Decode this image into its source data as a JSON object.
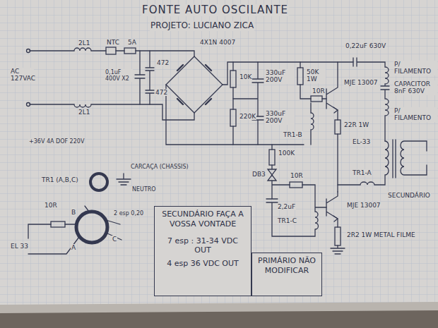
{
  "diagram": {
    "title": "FONTE AUTO OSCILANTE",
    "nodes": [
      {
        "text": [
          "SECUNDÁRIO FAÇA A VOSSA VONTADE",
          "7 esp : 31-34 VDC OUT",
          "4 esp 36 VDC OUT"
        ]
      },
      {
        "text": [
          "PRIMÁRIO NÃO MODIFICAR"
        ]
      }
    ],
    "labels": [
      "PROJETO: LUCIANO ZICA",
      "AC 127VAC",
      "2L1",
      "2L1",
      "NTC",
      "5A",
      "0,1uF 400V X2",
      "472",
      "472",
      "4X1N 4007",
      "10K",
      "220K",
      "330uF 200V",
      "330uF 200V",
      "50K 1W",
      "10R",
      "TR1-B",
      "MJE 13007",
      "22R 1W",
      "0,22uF 630V",
      "P/ FILAMENTO",
      "CAPACITOR 8nF 630V",
      "P/ FILAMENTO",
      "EL-33",
      "TR1-A",
      "SECUNDÁRIO",
      "100K",
      "DB3",
      "10R",
      "2,2uF",
      "TR1-C",
      "MJE 13007",
      "2R2 1W METAL FILME",
      "+36V 4A DOF 220V",
      "TR1 (A,B,C)",
      "CARCAÇA (CHASSIS)",
      "NEUTRO",
      "10R",
      "A",
      "B",
      "C",
      "EL 33",
      "2 esp 0,20"
    ]
  }
}
